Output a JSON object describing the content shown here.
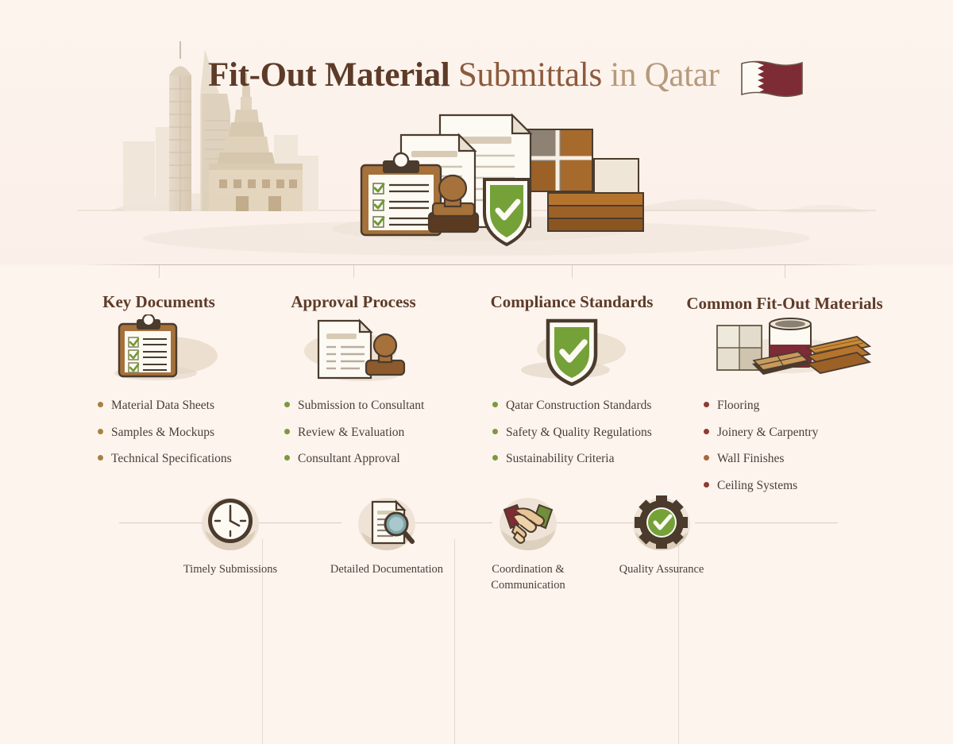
{
  "header": {
    "title_part1": "Fit-Out Material ",
    "title_part2": "Submittals ",
    "title_part3": "in Qatar",
    "flag_name": "qatar-flag",
    "skyline_name": "doha-skyline-silhouette",
    "hero_illustration_name": "documents-stamp-shield-materials-illustration"
  },
  "colors": {
    "background": "#fdf4ee",
    "title_dark": "#5d3b28",
    "title_mid": "#8c5a3c",
    "title_light": "#b79a7c",
    "heading": "#5d3b28",
    "body_text": "#4a4038",
    "bullet_tan": "#a9803f",
    "bullet_green": "#7a9a3c",
    "bullet_maroon": "#8e3b33",
    "accent_green": "#7aa03c",
    "accent_maroon": "#7d2b35",
    "divider": "#e4dad0",
    "wood": "#b5742e",
    "brown_dark": "#4a3b2d"
  },
  "columns": [
    {
      "title": "Key Documents",
      "icon": "clipboard-checklist-icon",
      "bullet_color": "#a9803f",
      "items": [
        "Material Data Sheets",
        "Samples & Mockups",
        "Technical Specifications"
      ]
    },
    {
      "title": "Approval Process",
      "icon": "document-stamp-icon",
      "bullet_color": "#7a9a3c",
      "items": [
        "Submission to Consultant",
        "Review & Evaluation",
        "Consultant Approval"
      ]
    },
    {
      "title": "Compliance Standards",
      "icon": "shield-check-icon",
      "bullet_color": "#7a9a3c",
      "items": [
        "Qatar Construction Standards",
        "Safety & Quality Regulations",
        "Sustainability Criteria"
      ]
    },
    {
      "title": "Common Fit-Out Materials",
      "icon": "material-samples-icon",
      "bullet_color": "#8e3b33",
      "items": [
        "Flooring",
        "Joinery & Carpentry",
        "Wall Finishes",
        "Ceiling Systems"
      ]
    }
  ],
  "bottom_steps": [
    {
      "label": "Timely Submissions",
      "icon": "clock-icon"
    },
    {
      "label": "Detailed Documentation",
      "icon": "document-magnifier-icon"
    },
    {
      "label": "Coordination &\nCommunication",
      "icon": "handshake-icon"
    },
    {
      "label": "Quality Assurance",
      "icon": "gear-check-icon"
    }
  ]
}
